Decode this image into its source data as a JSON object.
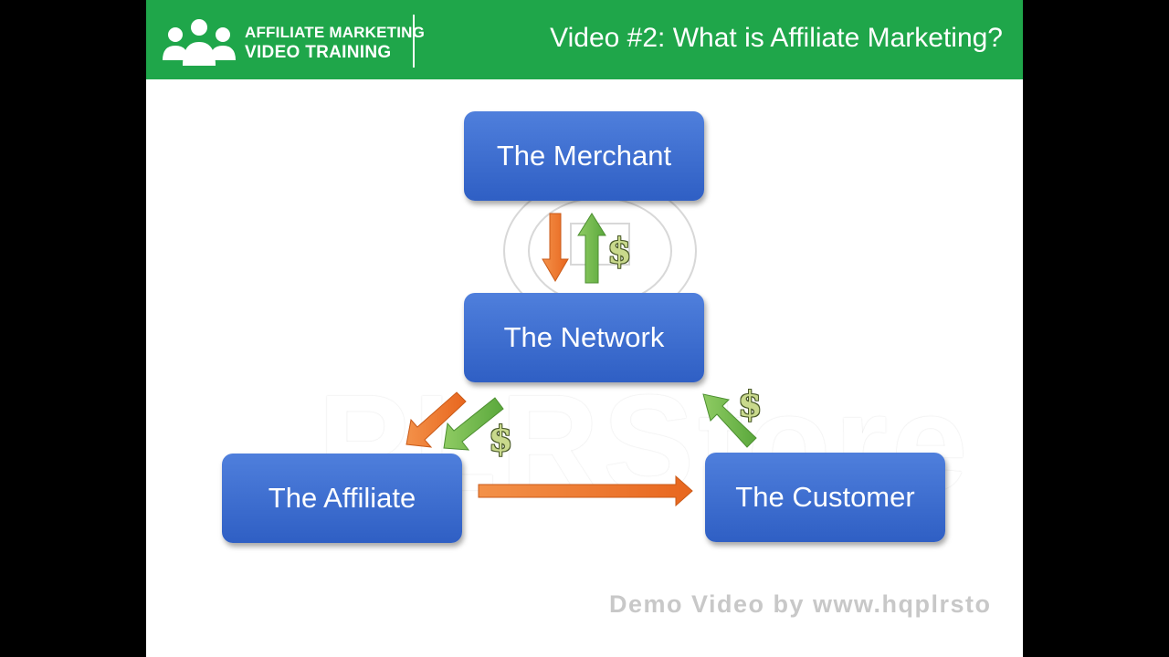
{
  "header": {
    "brand_line1": "AFFILIATE MARKETING",
    "brand_line2": "VIDEO TRAINING",
    "title": "Video #2: What is Affiliate Marketing?"
  },
  "nodes": {
    "merchant": "The Merchant",
    "network": "The Network",
    "affiliate": "The Affiliate",
    "customer": "The Customer"
  },
  "money_symbol": "$",
  "watermark": "PLRStore",
  "footer": {
    "demo_text": "Demo Video by www.hqplrsto"
  },
  "colors": {
    "header_green": "#1fa64a",
    "box_blue": "#3a6bd1",
    "arrow_orange": "#f07a2e",
    "arrow_green": "#6ab446"
  },
  "icons": {
    "logo": "people-group-icon"
  }
}
